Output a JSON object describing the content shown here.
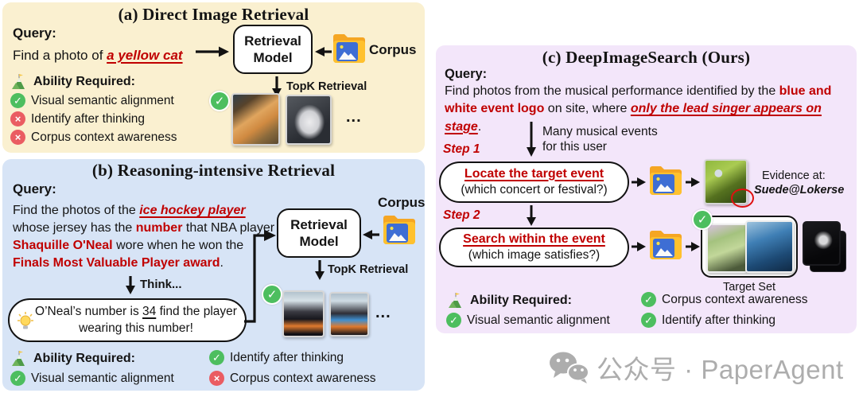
{
  "colors": {
    "panel_a_bg": "#FAF0D0",
    "panel_b_bg": "#D7E4F6",
    "panel_c_bg": "#F3E6FA",
    "highlight_red": "#C00000",
    "check_green": "#4DBE5F",
    "cross_red": "#EA5C62",
    "folder_yellow": "#FFC12E",
    "photo_blue": "#3E6ED4",
    "watermark_gray": "#ADADAD"
  },
  "glyphs": {
    "check": "✓",
    "cross": "×",
    "ellipsis": "..."
  },
  "panel_a": {
    "title": "(a) Direct Image Retrieval",
    "query_label": "Query:",
    "query_prefix": "Find a photo of ",
    "query_highlight": "a yellow cat",
    "model_line1": "Retrieval",
    "model_line2": "Model",
    "corpus_label": "Corpus",
    "topk_label": "TopK Retrieval",
    "ellipsis": "...",
    "ability_label": "Ability Required:",
    "abilities": [
      {
        "status": "yes",
        "text": "Visual semantic alignment"
      },
      {
        "status": "no",
        "text": "Identify after thinking"
      },
      {
        "status": "no",
        "text": "Corpus context awareness"
      }
    ]
  },
  "panel_b": {
    "title": "(b) Reasoning-intensive Retrieval",
    "query_label": "Query:",
    "query_segments": [
      {
        "text": "Find the photos of the ",
        "style": "plain"
      },
      {
        "text": "ice hockey player",
        "style": "red-bold-italic-underline"
      },
      {
        "text": " whose jersey has the ",
        "style": "plain"
      },
      {
        "text": "number",
        "style": "red-bold"
      },
      {
        "text": " that NBA player ",
        "style": "plain"
      },
      {
        "text": "Shaquille O'Neal",
        "style": "red-bold"
      },
      {
        "text": " wore when he won the ",
        "style": "plain"
      },
      {
        "text": "Finals Most Valuable Player award",
        "style": "red-bold"
      },
      {
        "text": ".",
        "style": "plain"
      }
    ],
    "think_label": "Think...",
    "bubble_segments": [
      {
        "text": "O’Neal’s number is ",
        "style": "plain"
      },
      {
        "text": "34",
        "style": "underline"
      },
      {
        "text": " find the player wearing this number!",
        "style": "plain"
      }
    ],
    "model_line1": "Retrieval",
    "model_line2": "Model",
    "corpus_label": "Corpus",
    "topk_label": "TopK Retrieval",
    "ellipsis": "...",
    "ability_label": "Ability Required:",
    "ability_visual": {
      "status": "yes",
      "text": "Visual semantic alignment"
    },
    "ability_identify": {
      "status": "yes",
      "text": "Identify after thinking"
    },
    "ability_corpus": {
      "status": "no",
      "text": "Corpus context awareness"
    }
  },
  "panel_c": {
    "title": "(c) DeepImageSearch (Ours)",
    "query_label": "Query:",
    "query_segments": [
      {
        "text": "Find photos from the musical performance identified by the ",
        "style": "plain"
      },
      {
        "text": "blue and white event logo",
        "style": "red-bold"
      },
      {
        "text": " on site, where ",
        "style": "plain"
      },
      {
        "text": "only the lead singer appears on stage",
        "style": "red-bold-italic-underline"
      },
      {
        "text": ".",
        "style": "plain"
      }
    ],
    "branch_note_line1": "Many musical events",
    "branch_note_line2": "for this user",
    "step1_label": "Step 1",
    "step1_title": "Locate the target event",
    "step1_sub": "(which concert or festival?)",
    "evidence_label": "Evidence at:",
    "evidence_value": "Suede@Lokerse",
    "step2_label": "Step 2",
    "step2_title": "Search within the event",
    "step2_sub": "(which image satisfies?)",
    "target_set_label": "Target Set",
    "ability_label": "Ability Required:",
    "ability_visual": {
      "status": "yes",
      "text": "Visual semantic alignment"
    },
    "ability_corpus": {
      "status": "yes",
      "text": "Corpus context awareness"
    },
    "ability_identify": {
      "status": "yes",
      "text": "Identify after thinking"
    }
  },
  "watermark": {
    "text": "公众号 · PaperAgent"
  }
}
